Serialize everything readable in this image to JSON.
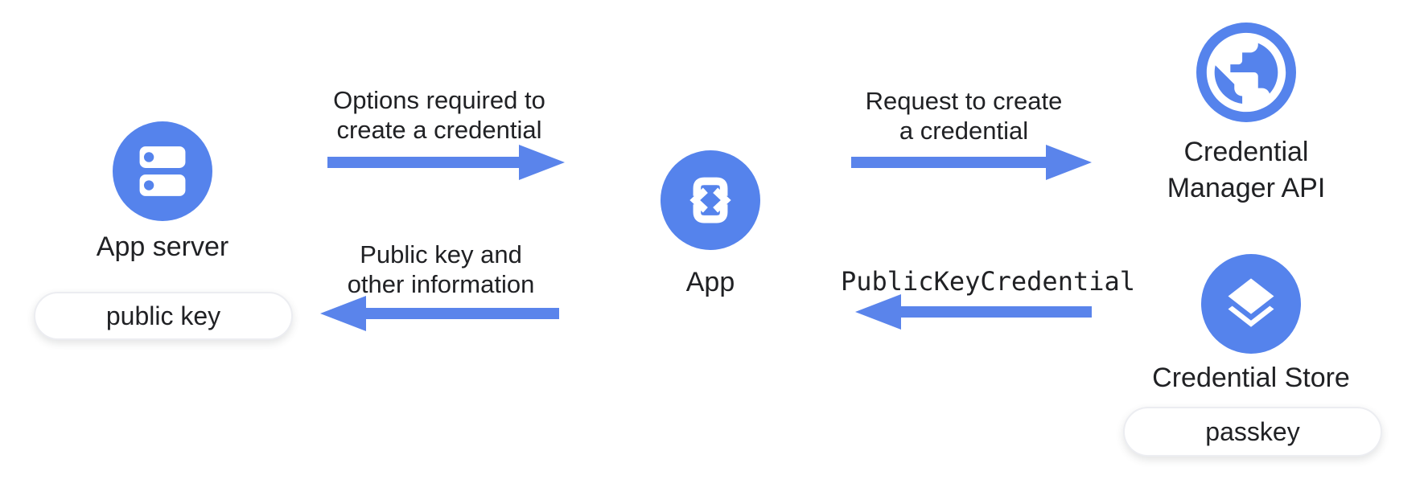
{
  "colors": {
    "node_blue": "#5583EC",
    "arrow_blue": "#5A84EB",
    "text": "#202124",
    "pill_border": "#ECEDF1"
  },
  "nodes": {
    "app_server": {
      "label": "App server",
      "icon": "server-icon",
      "badge": "public key"
    },
    "app": {
      "label": "App",
      "icon": "phone-code-icon"
    },
    "credential_manager": {
      "label_line1": "Credential",
      "label_line2": "Manager API",
      "icon": "globe-icon"
    },
    "credential_store": {
      "label": "Credential Store",
      "icon": "layers-icon",
      "badge": "passkey"
    }
  },
  "arrows": {
    "options": {
      "label_line1": "Options required to",
      "label_line2": "create a credential",
      "direction": "right"
    },
    "request": {
      "label_line1": "Request to create",
      "label_line2": "a credential",
      "direction": "right"
    },
    "public_key_info": {
      "label_line1": "Public key and",
      "label_line2": "other information",
      "direction": "left"
    },
    "public_key_credential": {
      "label": "PublicKeyCredential",
      "direction": "left",
      "text_style": "monospace"
    }
  }
}
